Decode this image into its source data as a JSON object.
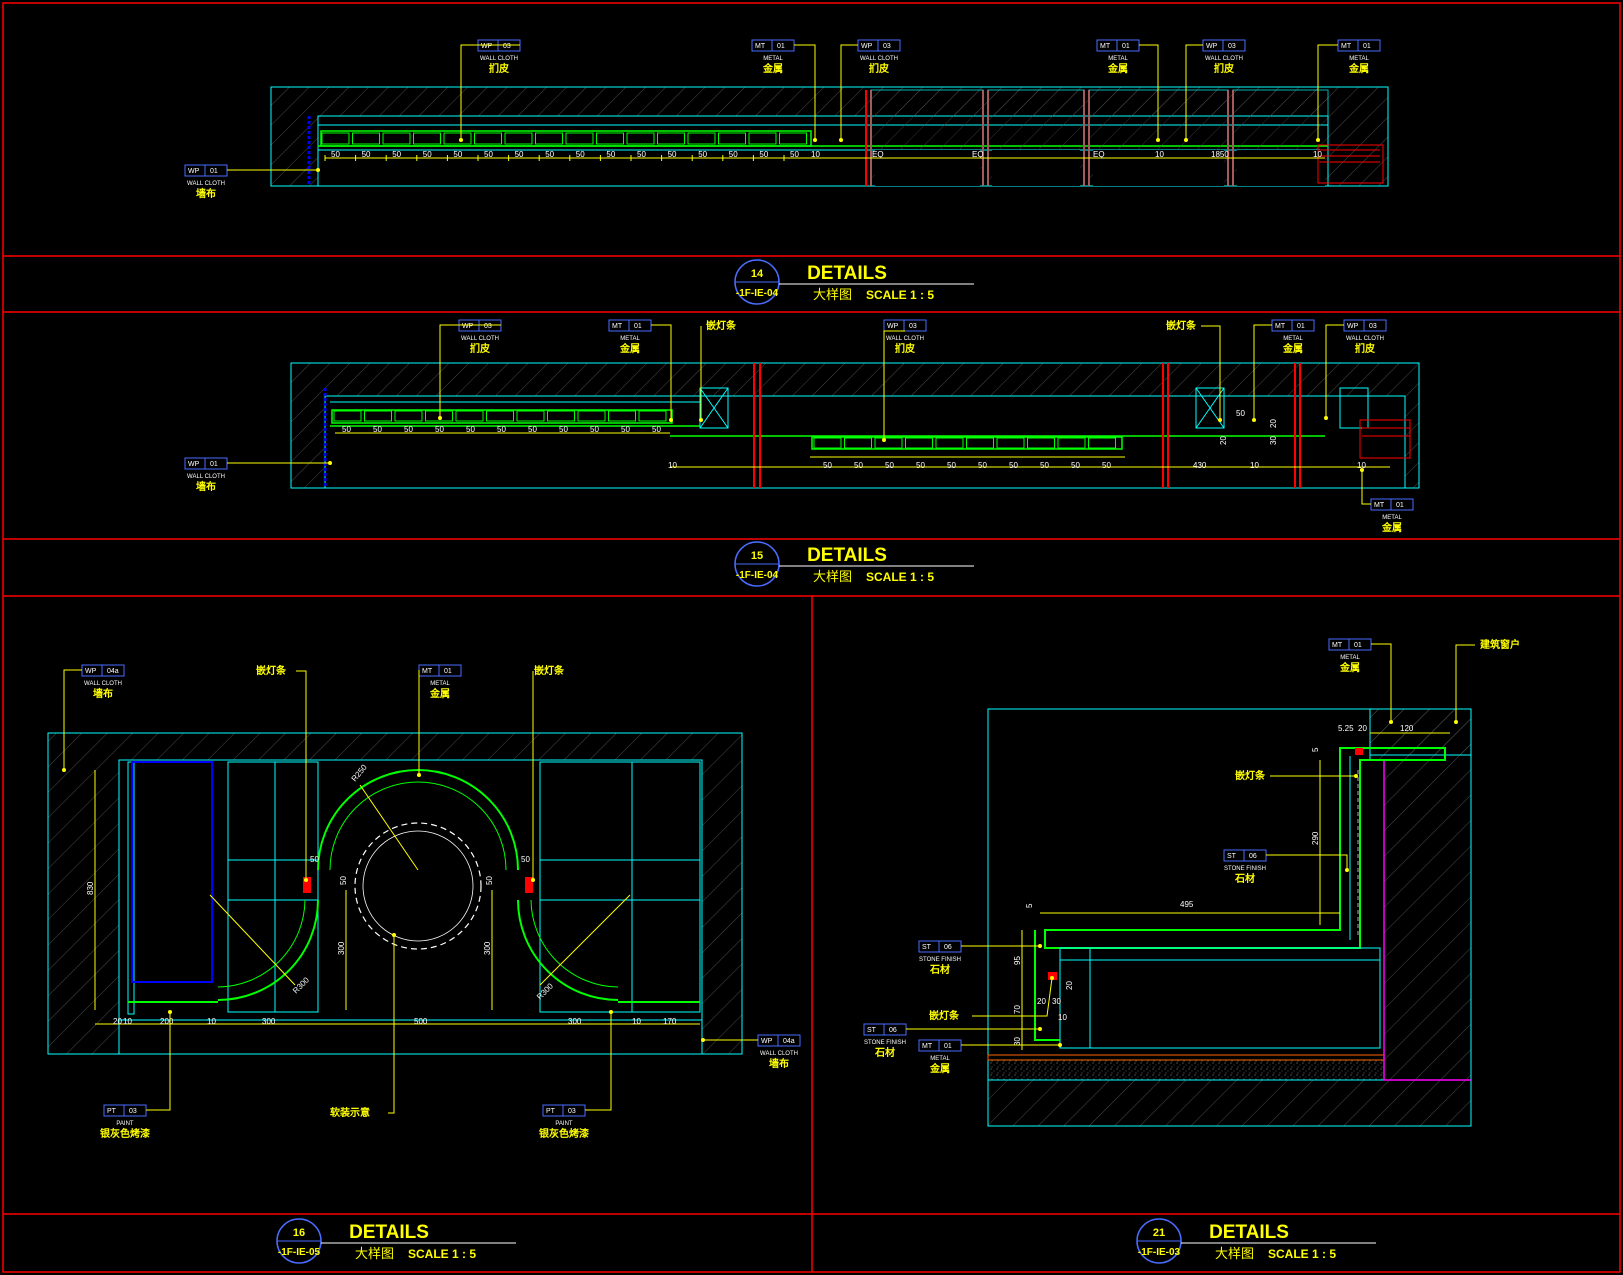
{
  "colors": {
    "frame": "#ff0000",
    "outline": "#00ffff",
    "accent": "#00ff00",
    "text": "#ffff00",
    "leader": "#ffff00",
    "tagbox": "#0000ff",
    "hatch": "#555555",
    "magenta": "#ff00ff"
  },
  "details": [
    {
      "num": "14",
      "ref": "-1F-IE-04",
      "title": "DETAILS",
      "title_cn": "大样图",
      "scale": "SCALE 1 : 5"
    },
    {
      "num": "15",
      "ref": "-1F-IE-04",
      "title": "DETAILS",
      "title_cn": "大样图",
      "scale": "SCALE 1 : 5"
    },
    {
      "num": "16",
      "ref": "-1F-IE-05",
      "title": "DETAILS",
      "title_cn": "大样图",
      "scale": "SCALE 1 : 5"
    },
    {
      "num": "21",
      "ref": "-1F-IE-03",
      "title": "DETAILS",
      "title_cn": "大样图",
      "scale": "SCALE 1 : 5"
    }
  ],
  "tags": {
    "wp03": {
      "code": "WP",
      "num": "03",
      "en": "WALL CLOTH",
      "cn": "扪皮"
    },
    "mt01": {
      "code": "MT",
      "num": "01",
      "en": "METAL",
      "cn": "金属"
    },
    "wp01": {
      "code": "WP",
      "num": "01",
      "en": "WALL CLOTH",
      "cn": "墙布"
    },
    "wp04a": {
      "code": "WP",
      "num": "04a",
      "en": "WALL CLOTH",
      "cn": "墙布"
    },
    "pt03": {
      "code": "PT",
      "num": "03",
      "en": "PAINT",
      "cn": "银灰色烤漆"
    },
    "st06": {
      "code": "ST",
      "num": "06",
      "en": "STONE FINISH",
      "cn": "石材"
    }
  },
  "notes": {
    "light_strip": "嵌灯条",
    "soft_decor": "软装示意",
    "window": "建筑窗户"
  },
  "dims": {
    "d14_row": [
      "50",
      "50",
      "50",
      "50",
      "50",
      "50",
      "50",
      "50",
      "50",
      "50",
      "50",
      "50",
      "50",
      "50",
      "50",
      "50"
    ],
    "d14_ten1": "10",
    "d14_eq": [
      "EQ",
      "EQ",
      "EQ"
    ],
    "d14_ten2": "10",
    "d14_1850": "1850",
    "d14_ten3": "10",
    "d15_row1": [
      "50",
      "50",
      "50",
      "50",
      "50",
      "50",
      "50",
      "50",
      "50",
      "50",
      "50"
    ],
    "d15_row2": [
      "50",
      "50",
      "50",
      "50",
      "50",
      "50",
      "50",
      "50",
      "50",
      "50"
    ],
    "d15_ten": "10",
    "d15_430": "430",
    "d15_ten2": "10",
    "d15_ten3": "10",
    "d15_50": "50",
    "d15_20a": "20",
    "d15_30": "30",
    "d15_20b": "20",
    "d16_830": "830",
    "d16_bottom": [
      "20",
      "10",
      "200",
      "10",
      "300",
      "500",
      "300",
      "10",
      "170"
    ],
    "d16_50a": "50",
    "d16_50b": "50",
    "d16_50c": "50",
    "d16_50d": "50",
    "d16_300a": "300",
    "d16_300b": "300",
    "d16_r250": "R250",
    "d16_r300a": "R300",
    "d16_r300b": "R300",
    "d21_525": "5.25",
    "d21_20": "20",
    "d21_120": "120",
    "d21_5a": "5",
    "d21_290": "290",
    "d21_495": "495",
    "d21_5b": "5",
    "d21_95": "95",
    "d21_20b": "20",
    "d21_30": "30",
    "d21_20c": "20",
    "d21_70": "70",
    "d21_10": "10",
    "d21_30b": "30"
  }
}
